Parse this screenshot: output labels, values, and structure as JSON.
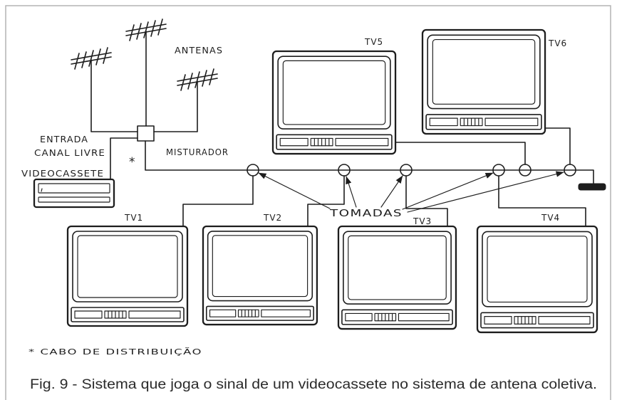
{
  "diagram": {
    "antennas_label": "ANTENAS",
    "input_label": [
      "ENTRADA",
      "CANAL LIVRE"
    ],
    "mixer_label": "MISTURADOR",
    "cable_marker": "*",
    "vcr_label": "VIDEOCASSETE",
    "outlets_label": "TOMADAS",
    "tvs": [
      {
        "label": "TV1"
      },
      {
        "label": "TV2"
      },
      {
        "label": "TV3"
      },
      {
        "label": "TV4"
      },
      {
        "label": "TV5"
      },
      {
        "label": "TV6"
      }
    ]
  },
  "footnote": "* CABO DE DISTRIBUIÇÃO",
  "caption": "Fig. 9 - Sistema que joga o sinal de um videocassete no sistema de antena coletiva."
}
